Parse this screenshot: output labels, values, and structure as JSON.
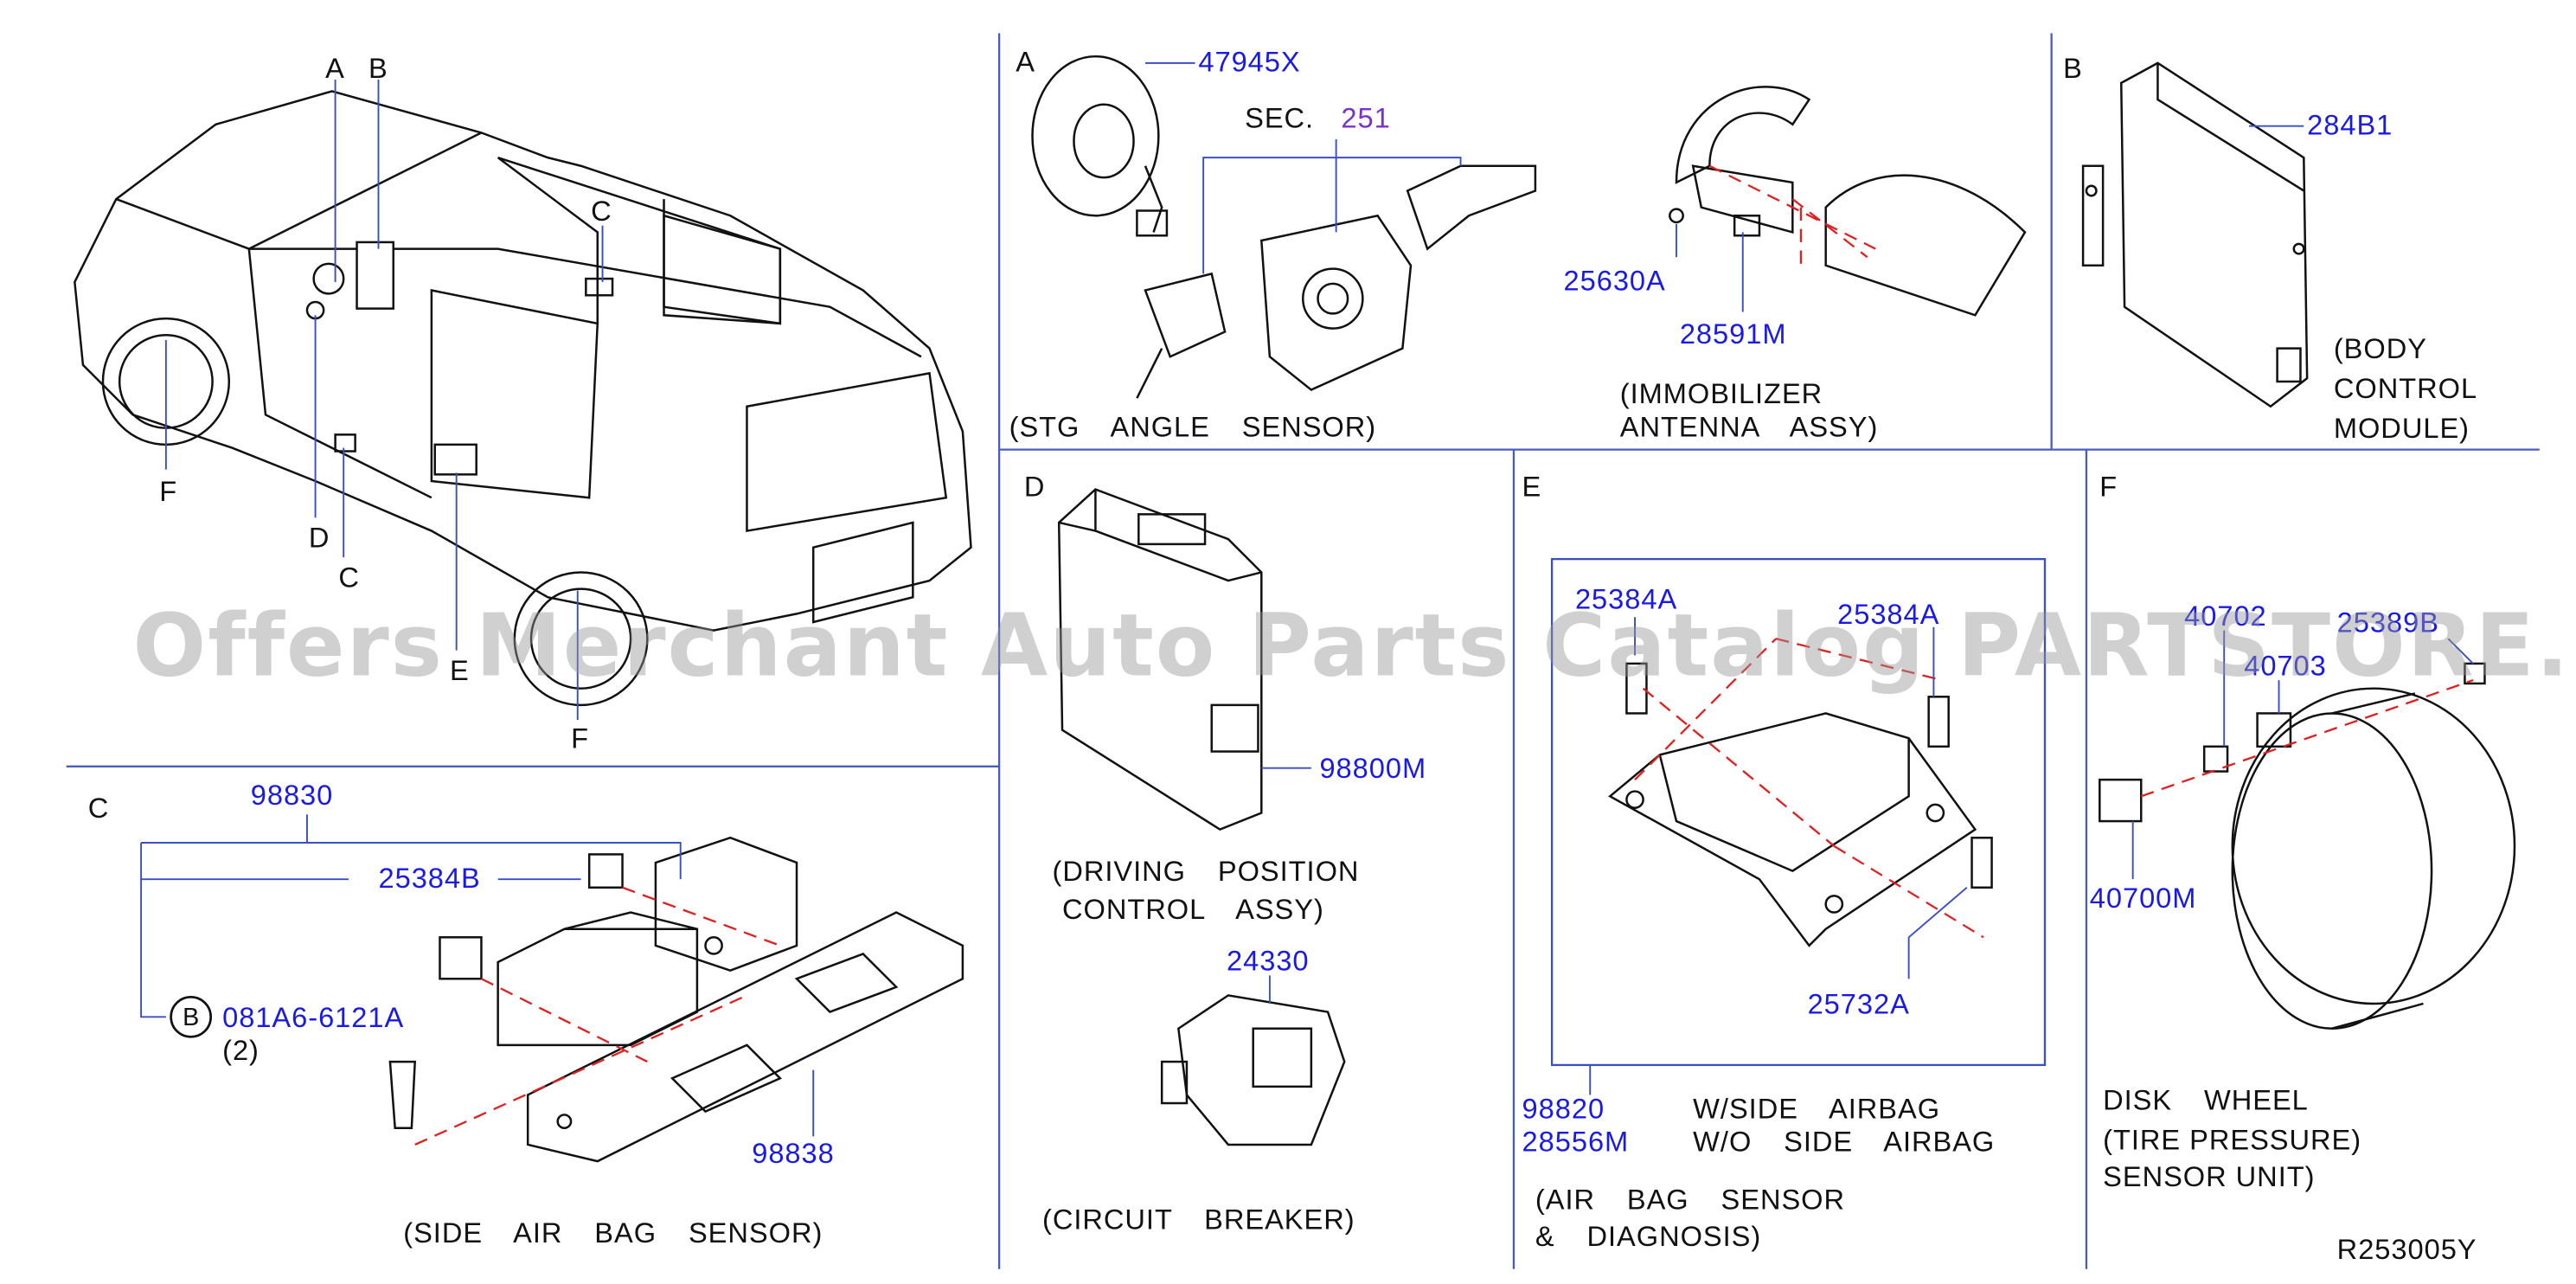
{
  "watermark": "Offers Merchant Auto Parts Catalog PARTSTORE.SA",
  "drawing_code": "R253005Y",
  "vehicle_labels": {
    "a": "A",
    "b": "B",
    "c1": "C",
    "c2": "C",
    "d": "D",
    "e": "E",
    "f1": "F",
    "f2": "F"
  },
  "section_a": {
    "letter": "A",
    "part_47945x": "47945X",
    "sec_label": "SEC.",
    "sec_number": "251",
    "caption": "(STG ANGLE SENSOR)",
    "part_25630a": "25630A",
    "part_28591m": "28591M",
    "caption2_line1": "(IMMOBILIZER",
    "caption2_line2": "ANTENNA ASSY)"
  },
  "section_b": {
    "letter": "B",
    "part_284b1": "284B1",
    "caption_line1": "(BODY",
    "caption_line2": "CONTROL",
    "caption_line3": "MODULE)"
  },
  "section_c": {
    "letter": "C",
    "part_98830": "98830",
    "part_25384b": "25384B",
    "bolt_marker": "B",
    "part_bolt": "081A6-6121A",
    "bolt_qty": "(2)",
    "part_98838": "98838",
    "caption": "(SIDE AIR BAG SENSOR)"
  },
  "section_d": {
    "letter": "D",
    "part_98800m": "98800M",
    "caption_line1": "(DRIVING POSITION",
    "caption_line2": "CONTROL ASSY)",
    "part_24330": "24330",
    "caption2": "(CIRCUIT BREAKER)"
  },
  "section_e": {
    "letter": "E",
    "part_25384a_1": "25384A",
    "part_25384a_2": "25384A",
    "part_25732a": "25732A",
    "part_98820": "98820",
    "part_28556m": "28556M",
    "note_1": "W/SIDE AIRBAG",
    "note_2": "W/O SIDE AIRBAG",
    "caption_line1": "(AIR BAG SENSOR",
    "caption_line2": "& DIAGNOSIS)"
  },
  "section_f": {
    "letter": "F",
    "part_40702": "40702",
    "part_40703": "40703",
    "part_25389b": "25389B",
    "part_40700m": "40700M",
    "caption_line1": "DISK WHEEL",
    "caption_line2": "(TIRE PRESSURE)",
    "caption_line3": "SENSOR UNIT)"
  }
}
